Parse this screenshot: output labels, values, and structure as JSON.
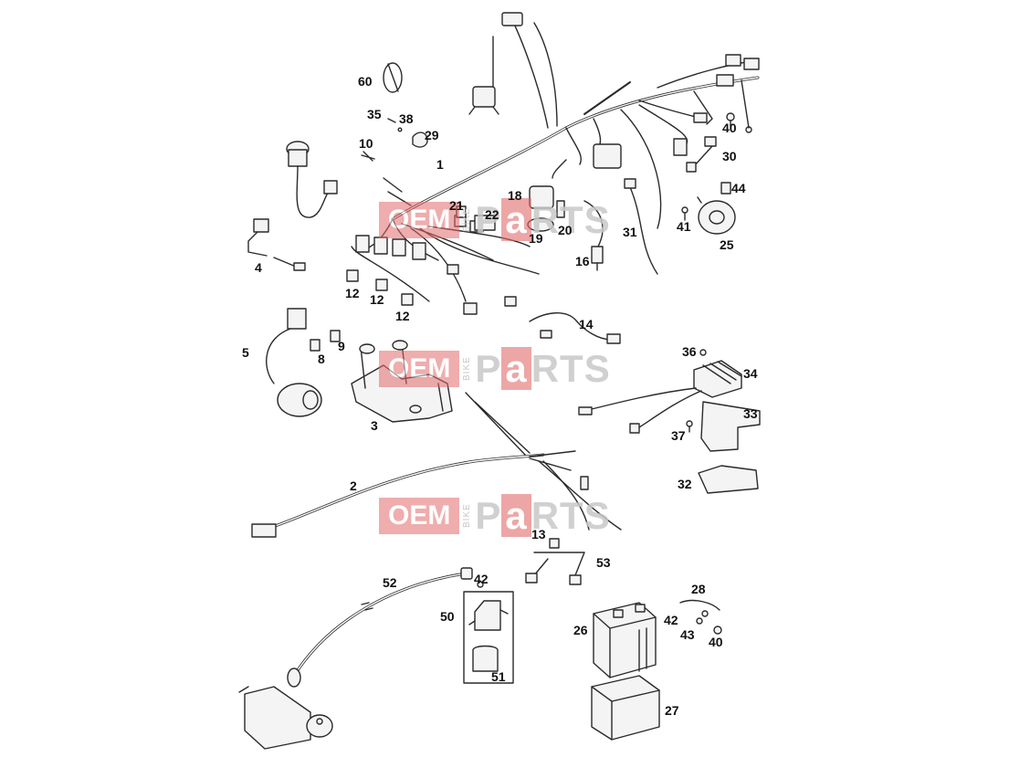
{
  "colors": {
    "line": "#2a2a2a",
    "fill": "#f4f4f4",
    "watermark_red": "#e36b6b",
    "watermark_gray": "#c8c8c8"
  },
  "watermark": {
    "oem": "OEM",
    "bike": "BIKE",
    "parts_p": "P",
    "parts_a": "a",
    "parts_rest": "RTS"
  },
  "callouts": [
    {
      "id": "60",
      "text": "60"
    },
    {
      "id": "35",
      "text": "35"
    },
    {
      "id": "38",
      "text": "38"
    },
    {
      "id": "29",
      "text": "29"
    },
    {
      "id": "10",
      "text": "10"
    },
    {
      "id": "1",
      "text": "1"
    },
    {
      "id": "40a",
      "text": "40"
    },
    {
      "id": "30",
      "text": "30"
    },
    {
      "id": "44",
      "text": "44"
    },
    {
      "id": "18",
      "text": "18"
    },
    {
      "id": "21",
      "text": "21"
    },
    {
      "id": "22",
      "text": "22"
    },
    {
      "id": "19",
      "text": "19"
    },
    {
      "id": "20",
      "text": "20"
    },
    {
      "id": "31",
      "text": "31"
    },
    {
      "id": "41",
      "text": "41"
    },
    {
      "id": "25",
      "text": "25"
    },
    {
      "id": "4",
      "text": "4"
    },
    {
      "id": "16",
      "text": "16"
    },
    {
      "id": "12a",
      "text": "12"
    },
    {
      "id": "12b",
      "text": "12"
    },
    {
      "id": "12c",
      "text": "12"
    },
    {
      "id": "14",
      "text": "14"
    },
    {
      "id": "5",
      "text": "5"
    },
    {
      "id": "9",
      "text": "9"
    },
    {
      "id": "8",
      "text": "8"
    },
    {
      "id": "36",
      "text": "36"
    },
    {
      "id": "34",
      "text": "34"
    },
    {
      "id": "3",
      "text": "3"
    },
    {
      "id": "33",
      "text": "33"
    },
    {
      "id": "37",
      "text": "37"
    },
    {
      "id": "32",
      "text": "32"
    },
    {
      "id": "2",
      "text": "2"
    },
    {
      "id": "13",
      "text": "13"
    },
    {
      "id": "53",
      "text": "53"
    },
    {
      "id": "52",
      "text": "52"
    },
    {
      "id": "42a",
      "text": "42"
    },
    {
      "id": "28",
      "text": "28"
    },
    {
      "id": "50",
      "text": "50"
    },
    {
      "id": "26",
      "text": "26"
    },
    {
      "id": "42b",
      "text": "42"
    },
    {
      "id": "43",
      "text": "43"
    },
    {
      "id": "40b",
      "text": "40"
    },
    {
      "id": "51",
      "text": "51"
    },
    {
      "id": "27",
      "text": "27"
    }
  ]
}
